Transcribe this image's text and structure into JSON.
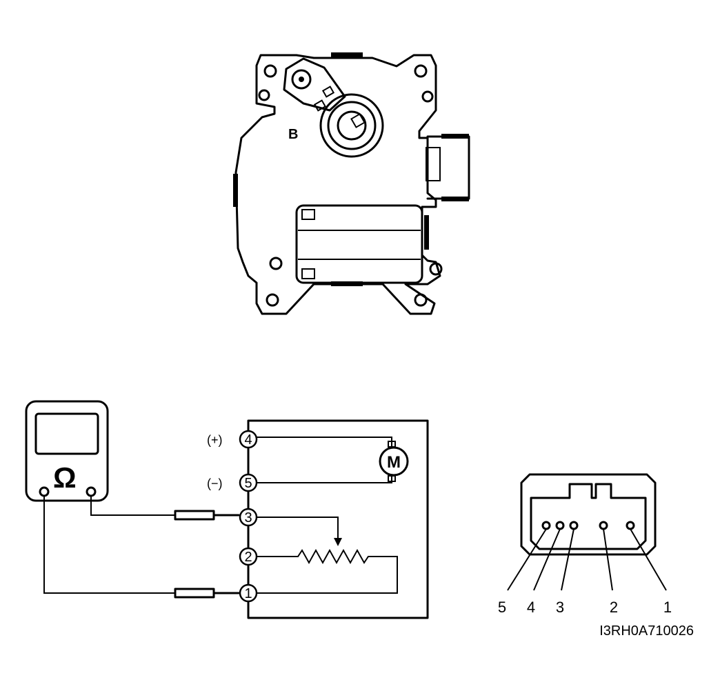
{
  "actuator": {
    "label": "B"
  },
  "multimeter": {
    "symbol": "Ω"
  },
  "schematic": {
    "terminals": [
      {
        "number": "4",
        "polarity": "(+)"
      },
      {
        "number": "5",
        "polarity": "(−)"
      },
      {
        "number": "3",
        "polarity": ""
      },
      {
        "number": "2",
        "polarity": ""
      },
      {
        "number": "1",
        "polarity": ""
      }
    ],
    "motor_label": "M"
  },
  "connector": {
    "pin_labels": [
      "5",
      "4",
      "3",
      "2",
      "1"
    ]
  },
  "figure_code": "I3RH0A710026"
}
